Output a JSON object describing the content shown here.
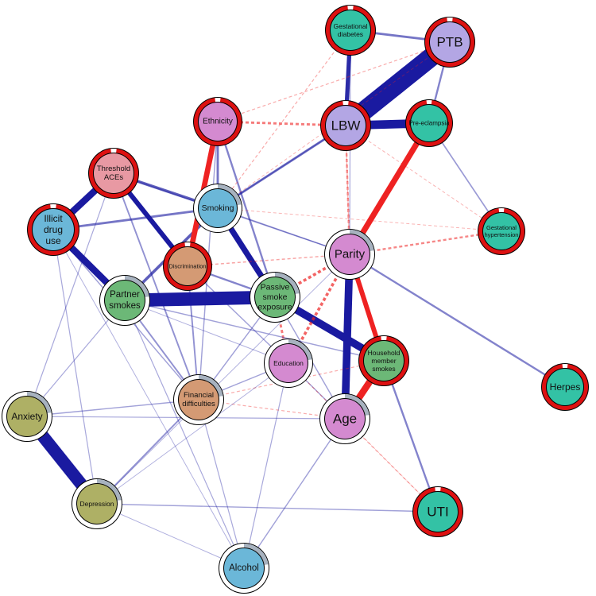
{
  "colors": {
    "positive": "#1a1aa0",
    "negative": "#ee2222",
    "ring_error": "#dd1111",
    "ring_explained_white": "#ffffff",
    "ring_explained_grey": "#a7b2bf",
    "groups": {
      "pregnancy_outcome": "#b3a6e4",
      "pregnancy_condition": "#33c2a5",
      "demographic": "#d48ad0",
      "smoking": "#6bb7d8",
      "social": "#d49a74",
      "smoke_exposure": "#6cb877",
      "adversity": "#e899a3",
      "mental_health": "#aeb065"
    }
  },
  "nodes": [
    {
      "id": "gestational_diabetes",
      "lines": [
        "Gestational",
        "diabetes"
      ],
      "group": "pregnancy_condition",
      "ring": "red"
    },
    {
      "id": "ptb",
      "lines": [
        "PTB"
      ],
      "group": "pregnancy_outcome",
      "ring": "red"
    },
    {
      "id": "lbw",
      "lines": [
        "LBW"
      ],
      "group": "pregnancy_outcome",
      "ring": "red"
    },
    {
      "id": "pre_eclampsia",
      "lines": [
        "Pre-eclampsia"
      ],
      "group": "pregnancy_condition",
      "ring": "red"
    },
    {
      "id": "ethnicity",
      "lines": [
        "Ethnicity"
      ],
      "group": "demographic",
      "ring": "red"
    },
    {
      "id": "threshold_aces",
      "lines": [
        "Threshold",
        "ACEs"
      ],
      "group": "adversity",
      "ring": "red"
    },
    {
      "id": "illicit_drug_use",
      "lines": [
        "Illicit",
        "drug",
        "use"
      ],
      "group": "smoking",
      "ring": "red"
    },
    {
      "id": "smoking",
      "lines": [
        "Smoking"
      ],
      "group": "smoking",
      "ring": "white"
    },
    {
      "id": "gestational_hypertension",
      "lines": [
        "Gestational",
        "hypertension"
      ],
      "group": "pregnancy_condition",
      "ring": "red"
    },
    {
      "id": "parity",
      "lines": [
        "Parity"
      ],
      "group": "demographic",
      "ring": "white"
    },
    {
      "id": "discrimination",
      "lines": [
        "Discrimination"
      ],
      "group": "social",
      "ring": "red"
    },
    {
      "id": "partner_smokes",
      "lines": [
        "Partner",
        "smokes"
      ],
      "group": "smoke_exposure",
      "ring": "white"
    },
    {
      "id": "passive_smoke_exposure",
      "lines": [
        "Passive",
        "smoke",
        "exposure"
      ],
      "group": "smoke_exposure",
      "ring": "white"
    },
    {
      "id": "education",
      "lines": [
        "Education"
      ],
      "group": "demographic",
      "ring": "white"
    },
    {
      "id": "household_member_smokes",
      "lines": [
        "Household",
        "member",
        "smokes"
      ],
      "group": "smoke_exposure",
      "ring": "red"
    },
    {
      "id": "herpes",
      "lines": [
        "Herpes"
      ],
      "group": "pregnancy_condition",
      "ring": "red"
    },
    {
      "id": "anxiety",
      "lines": [
        "Anxiety"
      ],
      "group": "mental_health",
      "ring": "white"
    },
    {
      "id": "financial_difficulties",
      "lines": [
        "Financial",
        "difficulties"
      ],
      "group": "social",
      "ring": "white"
    },
    {
      "id": "age",
      "lines": [
        "Age"
      ],
      "group": "demographic",
      "ring": "white"
    },
    {
      "id": "depression",
      "lines": [
        "Depression"
      ],
      "group": "mental_health",
      "ring": "white"
    },
    {
      "id": "uti",
      "lines": [
        "UTI"
      ],
      "group": "pregnancy_condition",
      "ring": "red"
    },
    {
      "id": "alcohol",
      "lines": [
        "Alcohol"
      ],
      "group": "smoking",
      "ring": "white"
    }
  ],
  "edges": [
    {
      "a": "lbw",
      "b": "ptb",
      "sign": "pos",
      "weight": 1.0
    },
    {
      "a": "lbw",
      "b": "pre_eclampsia",
      "sign": "pos",
      "weight": 0.45
    },
    {
      "a": "anxiety",
      "b": "depression",
      "sign": "pos",
      "weight": 0.65
    },
    {
      "a": "partner_smokes",
      "b": "passive_smoke_exposure",
      "sign": "pos",
      "weight": 0.7
    },
    {
      "a": "parity",
      "b": "age",
      "sign": "pos",
      "weight": 0.4
    },
    {
      "a": "passive_smoke_exposure",
      "b": "household_member_smokes",
      "sign": "pos",
      "weight": 0.4
    },
    {
      "a": "illicit_drug_use",
      "b": "threshold_aces",
      "sign": "pos",
      "weight": 0.35
    },
    {
      "a": "illicit_drug_use",
      "b": "partner_smokes",
      "sign": "pos",
      "weight": 0.35
    },
    {
      "a": "smoking",
      "b": "passive_smoke_exposure",
      "sign": "pos",
      "weight": 0.3
    },
    {
      "a": "threshold_aces",
      "b": "discrimination",
      "sign": "pos",
      "weight": 0.25
    },
    {
      "a": "gestational_diabetes",
      "b": "lbw",
      "sign": "pos",
      "weight": 0.22
    },
    {
      "a": "gestational_diabetes",
      "b": "ptb",
      "sign": "pos",
      "weight": 0.12
    },
    {
      "a": "threshold_aces",
      "b": "smoking",
      "sign": "pos",
      "weight": 0.15
    },
    {
      "a": "illicit_drug_use",
      "b": "smoking",
      "sign": "pos",
      "weight": 0.12
    },
    {
      "a": "partner_smokes",
      "b": "smoking",
      "sign": "pos",
      "weight": 0.15
    },
    {
      "a": "ethnicity",
      "b": "discrimination",
      "sign": "neg",
      "weight": 0.28
    },
    {
      "a": "pre_eclampsia",
      "b": "parity",
      "sign": "neg",
      "weight": 0.3
    },
    {
      "a": "household_member_smokes",
      "b": "age",
      "sign": "neg",
      "weight": 0.35
    },
    {
      "a": "parity",
      "b": "household_member_smokes",
      "sign": "neg",
      "weight": 0.25
    },
    {
      "a": "parity",
      "b": "passive_smoke_exposure",
      "sign": "neg",
      "weight": 0.15
    },
    {
      "a": "passive_smoke_exposure",
      "b": "education",
      "sign": "neg",
      "weight": 0.12
    },
    {
      "a": "parity",
      "b": "education",
      "sign": "neg",
      "weight": 0.15
    },
    {
      "a": "ethnicity",
      "b": "lbw",
      "sign": "neg",
      "weight": 0.12
    },
    {
      "a": "discrimination",
      "b": "parity",
      "sign": "neg",
      "weight": 0.06
    },
    {
      "a": "parity",
      "b": "gestational_hypertension",
      "sign": "neg",
      "weight": 0.1
    },
    {
      "a": "lbw",
      "b": "parity",
      "sign": "neg",
      "weight": 0.1
    },
    {
      "a": "smoking",
      "b": "lbw",
      "sign": "pos",
      "weight": 0.12
    },
    {
      "a": "ethnicity",
      "b": "smoking",
      "sign": "pos",
      "weight": 0.12
    },
    {
      "a": "ethnicity",
      "b": "passive_smoke_exposure",
      "sign": "pos",
      "weight": 0.1
    },
    {
      "a": "parity",
      "b": "herpes",
      "sign": "pos",
      "weight": 0.1
    },
    {
      "a": "household_member_smokes",
      "b": "uti",
      "sign": "pos",
      "weight": 0.1
    },
    {
      "a": "discrimination",
      "b": "financial_difficulties",
      "sign": "pos",
      "weight": 0.08
    },
    {
      "a": "financial_difficulties",
      "b": "depression",
      "sign": "pos",
      "weight": 0.08
    },
    {
      "a": "financial_difficulties",
      "b": "anxiety",
      "sign": "pos",
      "weight": 0.06
    },
    {
      "a": "alcohol",
      "b": "age",
      "sign": "pos",
      "weight": 0.06
    },
    {
      "a": "alcohol",
      "b": "education",
      "sign": "pos",
      "weight": 0.05
    },
    {
      "a": "alcohol",
      "b": "partner_smokes",
      "sign": "pos",
      "weight": 0.05
    },
    {
      "a": "alcohol",
      "b": "financial_difficulties",
      "sign": "pos",
      "weight": 0.05
    },
    {
      "a": "alcohol",
      "b": "depression",
      "sign": "pos",
      "weight": 0.04
    },
    {
      "a": "depression",
      "b": "uti",
      "sign": "pos",
      "weight": 0.06
    },
    {
      "a": "depression",
      "b": "illicit_drug_use",
      "sign": "pos",
      "weight": 0.05
    },
    {
      "a": "anxiety",
      "b": "threshold_aces",
      "sign": "pos",
      "weight": 0.05
    },
    {
      "a": "anxiety",
      "b": "age",
      "sign": "pos",
      "weight": 0.05
    },
    {
      "a": "financial_difficulties",
      "b": "partner_smokes",
      "sign": "pos",
      "weight": 0.08
    },
    {
      "a": "financial_difficulties",
      "b": "education",
      "sign": "pos",
      "weight": 0.06
    },
    {
      "a": "education",
      "b": "age",
      "sign": "pos",
      "weight": 0.06
    },
    {
      "a": "passive_smoke_exposure",
      "b": "discrimination",
      "sign": "pos",
      "weight": 0.1
    },
    {
      "a": "lbw",
      "b": "smoking",
      "sign": "pos",
      "weight": 0.06
    },
    {
      "a": "threshold_aces",
      "b": "parity",
      "sign": "pos",
      "weight": 0.06
    },
    {
      "a": "gestational_diabetes",
      "b": "smoking",
      "sign": "neg",
      "weight": 0.05
    },
    {
      "a": "ptb",
      "b": "ethnicity",
      "sign": "neg",
      "weight": 0.05
    },
    {
      "a": "parity",
      "b": "lbw",
      "sign": "neg",
      "weight": 0.05
    },
    {
      "a": "gestational_diabetes",
      "b": "parity",
      "sign": "pos",
      "weight": 0.05
    },
    {
      "a": "pre_eclampsia",
      "b": "gestational_hypertension",
      "sign": "pos",
      "weight": 0.07
    },
    {
      "a": "ptb",
      "b": "pre_eclampsia",
      "sign": "pos",
      "weight": 0.1
    },
    {
      "a": "threshold_aces",
      "b": "financial_difficulties",
      "sign": "pos",
      "weight": 0.08
    },
    {
      "a": "smoking",
      "b": "parity",
      "sign": "pos",
      "weight": 0.06
    },
    {
      "a": "discrimination",
      "b": "education",
      "sign": "pos",
      "weight": 0.06
    },
    {
      "a": "partner_smokes",
      "b": "household_member_smokes",
      "sign": "pos",
      "weight": 0.06
    },
    {
      "a": "financial_difficulties",
      "b": "household_member_smokes",
      "sign": "neg",
      "weight": 0.05
    },
    {
      "a": "financial_difficulties",
      "b": "age",
      "sign": "neg",
      "weight": 0.05
    },
    {
      "a": "education",
      "b": "uti",
      "sign": "neg",
      "weight": 0.05
    },
    {
      "a": "financial_difficulties",
      "b": "passive_smoke_exposure",
      "sign": "pos",
      "weight": 0.06
    },
    {
      "a": "ethnicity",
      "b": "financial_difficulties",
      "sign": "pos",
      "weight": 0.06
    },
    {
      "a": "illicit_drug_use",
      "b": "financial_difficulties",
      "sign": "pos",
      "weight": 0.06
    },
    {
      "a": "depression",
      "b": "parity",
      "sign": "pos",
      "weight": 0.04
    },
    {
      "a": "lbw",
      "b": "gestational_hypertension",
      "sign": "neg",
      "weight": 0.04
    },
    {
      "a": "smoking",
      "b": "gestational_hypertension",
      "sign": "neg",
      "weight": 0.04
    },
    {
      "a": "ptb",
      "b": "smoking",
      "sign": "neg",
      "weight": 0.04
    },
    {
      "a": "alcohol",
      "b": "illicit_drug_use",
      "sign": "pos",
      "weight": 0.04
    },
    {
      "a": "anxiety",
      "b": "partner_smokes",
      "sign": "pos",
      "weight": 0.05
    },
    {
      "a": "depression",
      "b": "education",
      "sign": "pos",
      "weight": 0.04
    },
    {
      "a": "passive_smoke_exposure",
      "b": "age",
      "sign": "pos",
      "weight": 0.06
    },
    {
      "a": "uti",
      "b": "age",
      "sign": "neg",
      "weight": 0.04
    },
    {
      "a": "partner_smokes",
      "b": "education",
      "sign": "pos",
      "weight": 0.04
    }
  ]
}
